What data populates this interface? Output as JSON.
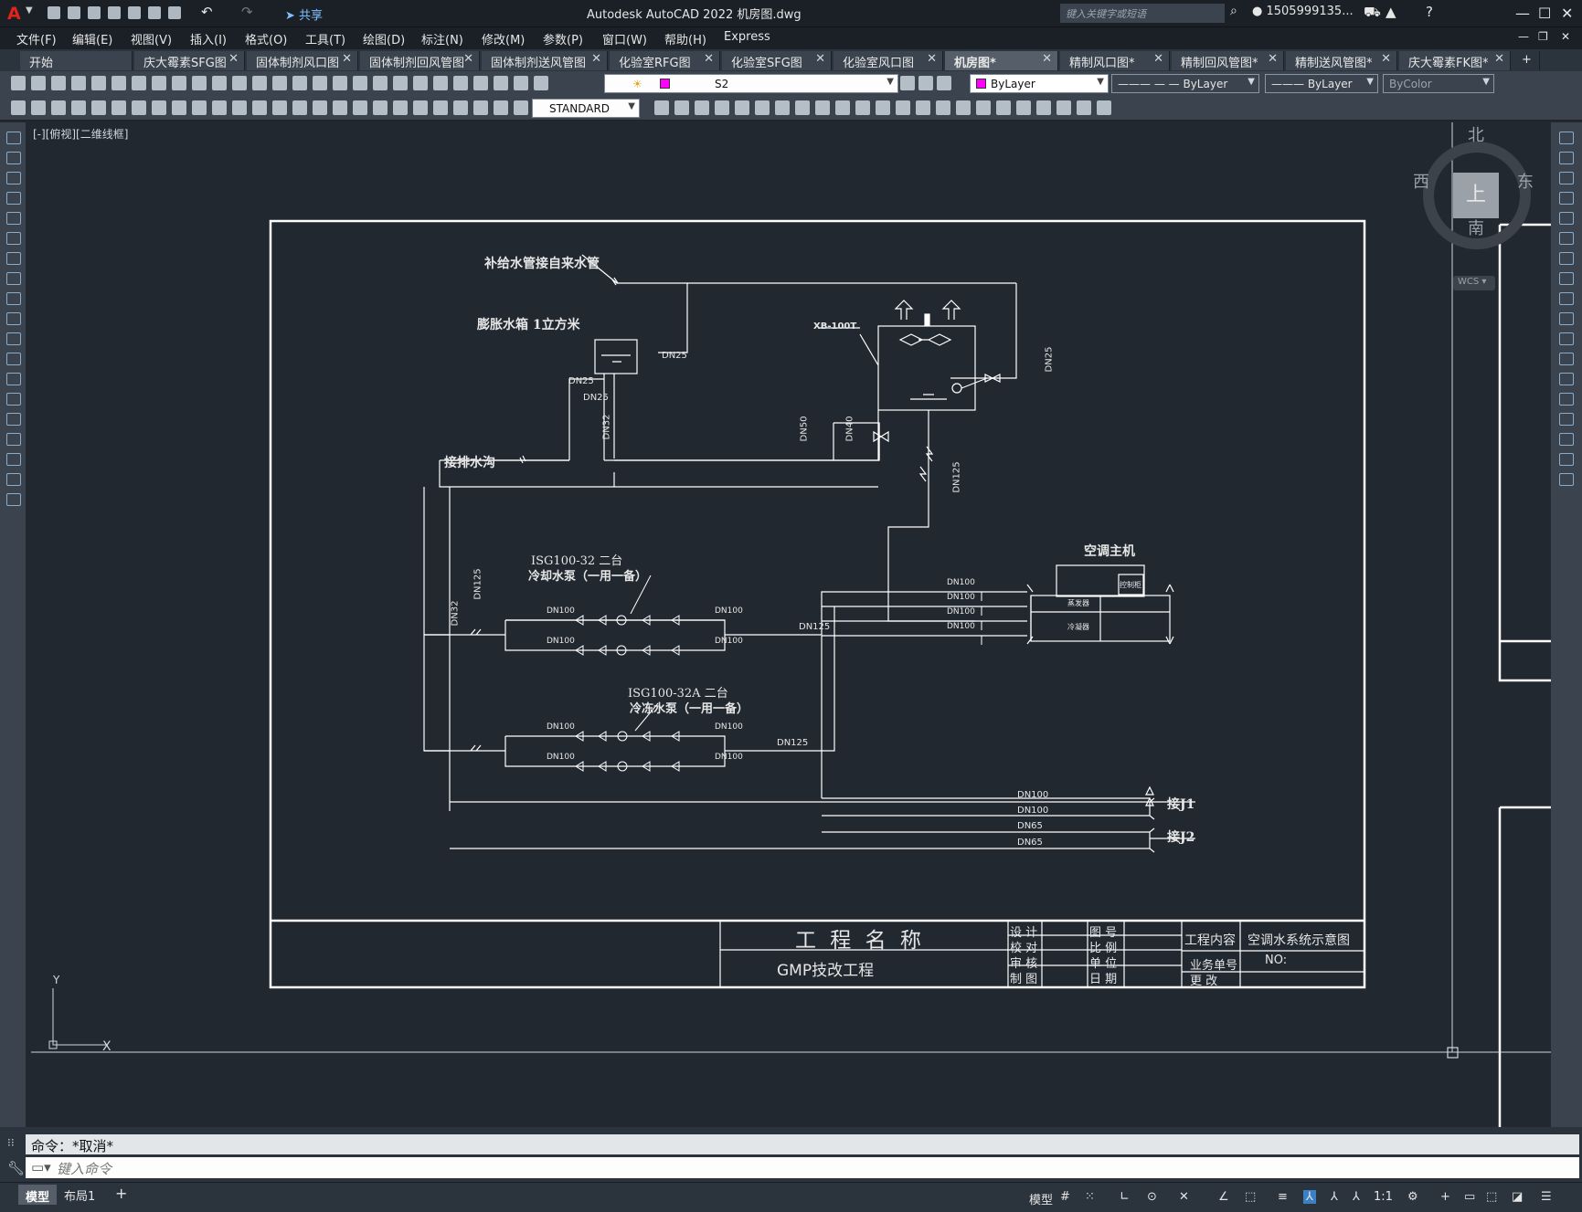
{
  "window": {
    "title": "Autodesk AutoCAD 2022    机房图.dwg",
    "search_placeholder": "键入关键字或短语",
    "user": "1505999135...",
    "app_letter": "A",
    "share_label": "共享"
  },
  "menu": [
    "文件(F)",
    "编辑(E)",
    "视图(V)",
    "插入(I)",
    "格式(O)",
    "工具(T)",
    "绘图(D)",
    "标注(N)",
    "修改(M)",
    "参数(P)",
    "窗口(W)",
    "帮助(H)",
    "Express"
  ],
  "tabs": [
    {
      "label": "开始",
      "active": false,
      "closable": false
    },
    {
      "label": "庆大霉素SFG图",
      "active": false,
      "closable": true
    },
    {
      "label": "固体制剂风口图",
      "active": false,
      "closable": true
    },
    {
      "label": "固体制剂回风管图",
      "active": false,
      "closable": true
    },
    {
      "label": "固体制剂送风管图",
      "active": false,
      "closable": true
    },
    {
      "label": "化验室RFG图",
      "active": false,
      "closable": true
    },
    {
      "label": "化验室SFG图",
      "active": false,
      "closable": true
    },
    {
      "label": "化验室风口图",
      "active": false,
      "closable": true
    },
    {
      "label": "机房图*",
      "active": true,
      "closable": true
    },
    {
      "label": "精制风口图*",
      "active": false,
      "closable": true
    },
    {
      "label": "精制回风管图*",
      "active": false,
      "closable": true
    },
    {
      "label": "精制送风管图*",
      "active": false,
      "closable": true
    },
    {
      "label": "庆大霉素FK图*",
      "active": false,
      "closable": true
    }
  ],
  "toolbar": {
    "layer": "S2",
    "layer_color": "#ff00ff",
    "color": "ByLayer",
    "linetype": "ByLayer",
    "lineweight": "ByLayer",
    "plotstyle": "ByColor",
    "textstyle": "STANDARD"
  },
  "viewport_label": "[-][俯视][二维线框]",
  "viewcube": {
    "north": "北",
    "south": "南",
    "east": "东",
    "west": "西",
    "top": "上",
    "wcs": "WCS"
  },
  "drawing": {
    "labels": {
      "makeup": "补给水管接自来水管",
      "tank": "膨胀水箱  1立方米",
      "drain": "接排水沟",
      "tower": "XB-100T",
      "chiller": "空调主机",
      "evap": "蒸发器",
      "cond": "冷凝器",
      "ctrl": "控制柜",
      "pump1_a": "ISG100-32 二台",
      "pump1_b": "冷却水泵（一用一备）",
      "pump2_a": "ISG100-32A 二台",
      "pump2_b": "冷冻水泵（一用一备）",
      "j1": "接J1",
      "j2": "接J2"
    },
    "pipes": {
      "dn25": "DN25",
      "dn32": "DN32",
      "dn40": "DN40",
      "dn50": "DN50",
      "dn65": "DN65",
      "dn100": "DN100",
      "dn125": "DN125"
    },
    "titleblock": {
      "project_header": "工  程  名  称",
      "project_name": "GMP技改工程",
      "design": "设 计",
      "check": "校 对",
      "review": "审 核",
      "draw": "制 图",
      "drawing_no": "图 号",
      "scale": "比 例",
      "unit": "单 位",
      "date": "日 期",
      "content_label": "工程内容",
      "content_value": "空调水系统示意图",
      "business_no": "业务单号",
      "no_value": "NO:",
      "revision": "更    改"
    },
    "ucs": {
      "x": "X",
      "y": "Y"
    }
  },
  "command": {
    "history": "命令：*取消*",
    "placeholder": "键入命令"
  },
  "status": {
    "model_tab": "模型",
    "layout_tab": "布局1",
    "model_label": "模型",
    "scale": "1:1"
  }
}
